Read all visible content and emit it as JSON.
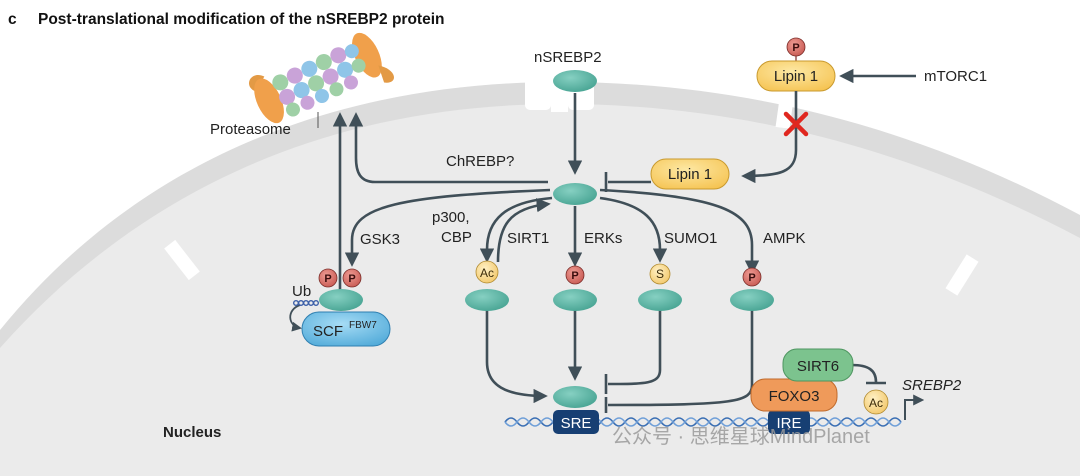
{
  "figure": {
    "panel_letter": "c",
    "title": "Post-translational modification of the nSREBP2 protein"
  },
  "labels": {
    "nsrebp2": "nSREBP2",
    "lipin1_top": "Lipin 1",
    "mtorc1": "mTORC1",
    "proteasome": "Proteasome",
    "chrebp": "ChREBP?",
    "lipin1_mid": "Lipin 1",
    "gsk3": "GSK3",
    "p300": "p300,",
    "cbp": "CBP",
    "sirt1": "SIRT1",
    "erks": "ERKs",
    "sumo1": "SUMO1",
    "ampk": "AMPK",
    "ub": "Ub",
    "scf": "SCF",
    "scf_sup": "FBW7",
    "sirt6": "SIRT6",
    "foxo3": "FOXO3",
    "srebp2_gene": "SREBP2",
    "sre": "SRE",
    "ire": "IRE",
    "nucleus": "Nucleus"
  },
  "markers": {
    "phospho": "P",
    "acetyl": "Ac",
    "sumo": "S"
  },
  "watermark": "公众号 · 思维星球MindPlanet",
  "colors": {
    "protein_teal": "#5fb8a8",
    "nucleus_fill": "#ebebeb",
    "lipin_yellow": "#fbd46b",
    "phospho_red": "#d9716a",
    "acetyl_yellow": "#f9d98a",
    "scf_blue": "#6bbde6",
    "sirt6_green": "#7cc38e",
    "foxo3_orange": "#ef9a5a",
    "dna_blue": "#3a6fb4",
    "box_navy": "#173f73",
    "arrow_gray": "#404f58",
    "block_red": "#e0271f"
  },
  "icons": {
    "block": "red-x-block-icon",
    "gene_arrow": "transcription-arrow-icon"
  }
}
